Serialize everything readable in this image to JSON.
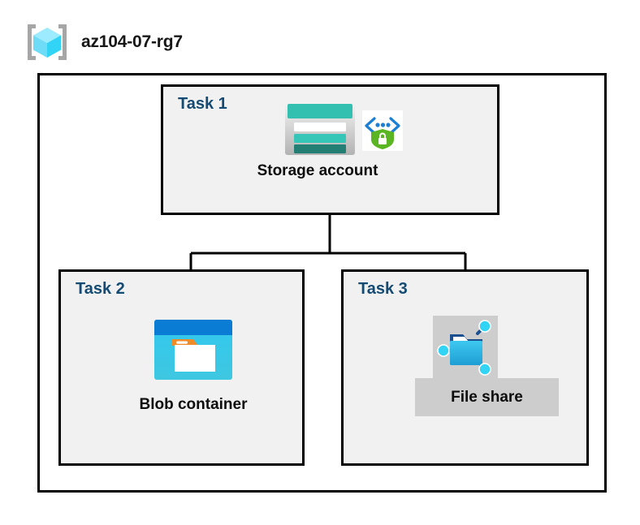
{
  "resource_group": {
    "name": "az104-07-rg7",
    "icon": "resource-group-cube-icon"
  },
  "diagram": {
    "type": "hierarchy",
    "nodes": [
      {
        "id": "task1",
        "task_label": "Task 1",
        "node_label": "Storage account",
        "icons": [
          "storage-account-icon",
          "secure-endpoint-shield-icon"
        ]
      },
      {
        "id": "task2",
        "task_label": "Task 2",
        "node_label": "Blob container",
        "icons": [
          "blob-container-icon"
        ]
      },
      {
        "id": "task3",
        "task_label": "Task 3",
        "node_label": "File share",
        "icons": [
          "file-share-icon"
        ]
      }
    ],
    "edges": [
      {
        "from": "task1",
        "to": "task2"
      },
      {
        "from": "task1",
        "to": "task3"
      }
    ]
  },
  "colors": {
    "task_label": "#154b73",
    "node_label": "#0d0d0d",
    "box_border": "#000000",
    "box_fill": "#f1f1f1",
    "container_fill": "#ffffff",
    "plate_fill": "#cdcdcd",
    "storage_teal": "#2cbfb0",
    "storage_teal_dark": "#1f7d72",
    "blob_blue": "#0078d4",
    "blob_cyan": "#32c8f0",
    "blob_orange": "#f08c28",
    "shield_green": "#5bb522",
    "cube_cyan": "#50e6ff"
  }
}
